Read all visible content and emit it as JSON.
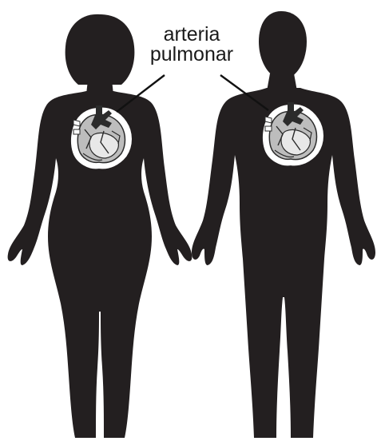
{
  "callout": {
    "line1": "arteria",
    "line2": "pulmonar"
  },
  "figures": [
    {
      "name": "female-silhouette",
      "has_heart": true
    },
    {
      "name": "male-silhouette",
      "has_heart": true
    }
  ],
  "colors": {
    "silhouette": "#231f20",
    "heart_outline": "#ffffff",
    "heart_fill": "#bdbdbd",
    "heart_dark": "#2b2b2b",
    "leader_line": "#111111",
    "background": "#ffffff"
  }
}
